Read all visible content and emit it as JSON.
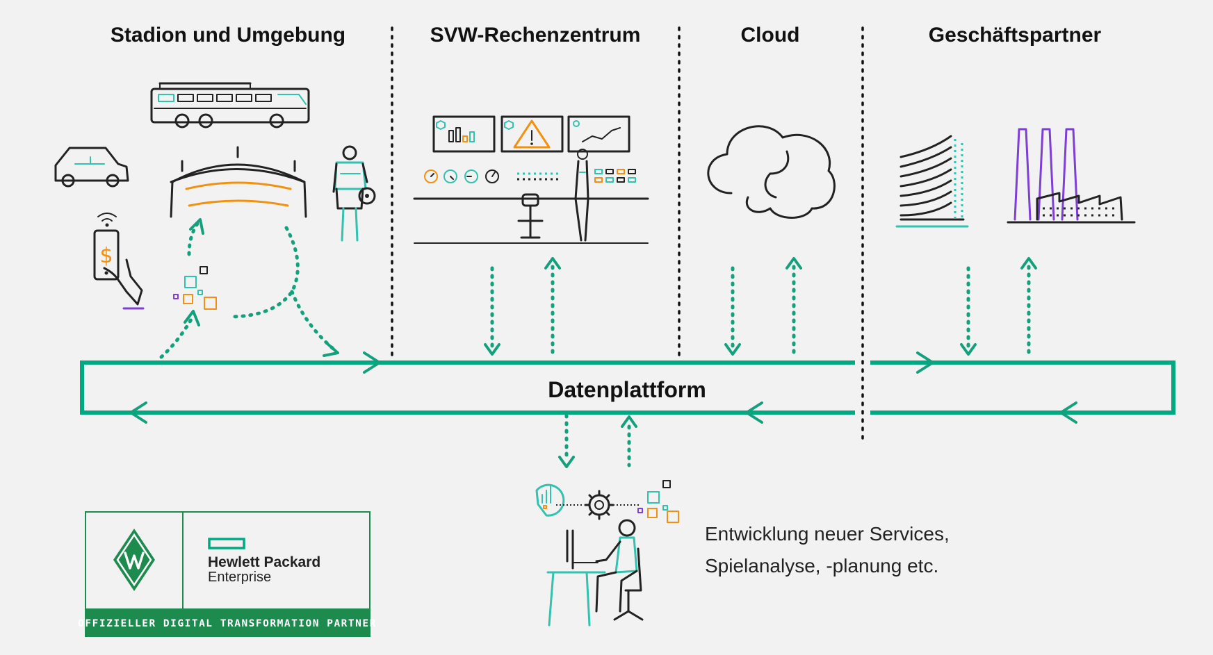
{
  "sections": {
    "stadion": "Stadion und Umgebung",
    "rechenzentrum": "SVW-Rechenzentrum",
    "cloud": "Cloud",
    "partner": "Geschäftspartner"
  },
  "platform": {
    "label": "Datenplattform"
  },
  "services": {
    "line1": "Entwicklung neuer Services,",
    "line2": "Spielanalyse, -planung etc."
  },
  "badge": {
    "company_line1": "Hewlett Packard",
    "company_line2": "Enterprise",
    "banner": "OFFIZIELLER DIGITAL TRANSFORMATION PARTNER"
  },
  "icons": {
    "currency": "$"
  },
  "colors": {
    "hpe_green": "#01a982",
    "werder_green": "#1d8a4e",
    "orange": "#f29111",
    "purple": "#7d3fd8",
    "teal": "#33c2b0"
  }
}
